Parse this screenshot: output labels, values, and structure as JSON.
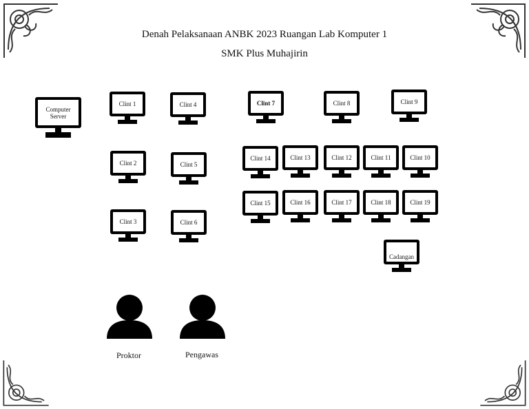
{
  "header": {
    "title": "Denah Pelaksanaan ANBK 2023 Ruangan Lab Komputer 1",
    "subtitle": "SMK Plus Muhajirin"
  },
  "computers": [
    {
      "id": "server",
      "label": "Computer Server"
    },
    {
      "id": "c1",
      "label": "Clint 1"
    },
    {
      "id": "c2",
      "label": "Clint 2"
    },
    {
      "id": "c3",
      "label": "Clint 3"
    },
    {
      "id": "c4",
      "label": "Clint 4"
    },
    {
      "id": "c5",
      "label": "Clint 5"
    },
    {
      "id": "c6",
      "label": "Clint 6"
    },
    {
      "id": "c7",
      "label": "Clint 7"
    },
    {
      "id": "c8",
      "label": "Clint 8"
    },
    {
      "id": "c9",
      "label": "Clint 9"
    },
    {
      "id": "c14",
      "label": "Clint 14"
    },
    {
      "id": "c13",
      "label": "Clint 13"
    },
    {
      "id": "c12",
      "label": "Clint 12"
    },
    {
      "id": "c11",
      "label": "Clint 11"
    },
    {
      "id": "c10",
      "label": "Clint 10"
    },
    {
      "id": "c15",
      "label": "Clint 15"
    },
    {
      "id": "c16",
      "label": "Clint 16"
    },
    {
      "id": "c17",
      "label": "Clint 17"
    },
    {
      "id": "c18",
      "label": "Clint 18"
    },
    {
      "id": "c19",
      "label": "Clint 19"
    },
    {
      "id": "cad",
      "label": "Cadangan"
    }
  ],
  "people": [
    {
      "id": "proktor",
      "label": "Proktor"
    },
    {
      "id": "pengawas",
      "label": "Pengawas"
    }
  ]
}
